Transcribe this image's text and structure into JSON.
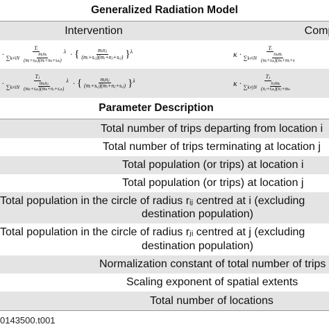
{
  "table": {
    "title": "Generalized Radiation Model",
    "col_intervention": "Intervention",
    "col_comp": "Comp",
    "param_heading": "Parameter Description",
    "formula1_prefix": "κ ·",
    "formula2_prefix": "κ ·",
    "dot": "·",
    "lambda": "λ",
    "sum_limits": "k≠i",
    "sum_N": "N",
    "f1_num": "Tᵢ",
    "f1_inner_num": "mᵢnₖ",
    "f1_inner_den": "(mᵢ+sᵢₖ)(mᵢ+nₖ+sᵢₖ)",
    "f1_right_num": "mᵢnⱼ",
    "f1_right_den": "(mᵢ+sᵢⱼ)(mᵢ+nⱼ+sᵢⱼ)",
    "f2_num": "Tⱼ",
    "f2_inner_num": "mₖnⱼ",
    "f2_inner_den": "(mₖ+sⱼₖ)(mₖ+nⱼ+sⱼₖ)",
    "f2_right_num": "mᵢnⱼ",
    "f2_right_den": "(mᵢ+sᵢⱼ)(mᵢ+nⱼ+sᵢⱼ)",
    "c1_num": "Tᵢ",
    "c1_inner_num": "nₖmᵢ",
    "c1_inner_den": "(nₖ+sᵢₖ)(nₖ+mᵢ+s",
    "c2_num": "Tⱼ",
    "c2_inner_num": "nⱼmₖ",
    "c2_inner_den": "(nⱼ+sⱼₖ)(nⱼ+mₖ",
    "c_sum_limits": "k≠i",
    "c2_sum_limits": "k≠j",
    "descriptions": [
      "Total number of trips departing from location i",
      "Total number of trips terminating at location j",
      "Total population (or trips) at location i",
      "Total population (or trips) at location j",
      "Total population in the circle of radius rᵢⱼ centred at i (excluding",
      "destination population)",
      "Total population in the circle of radius rⱼᵢ centred at j (excluding",
      "destination population)",
      "Normalization constant of total number of trips",
      "Scaling exponent of spatial extents",
      "Total number of locations"
    ],
    "footer": "0143500.t001"
  }
}
